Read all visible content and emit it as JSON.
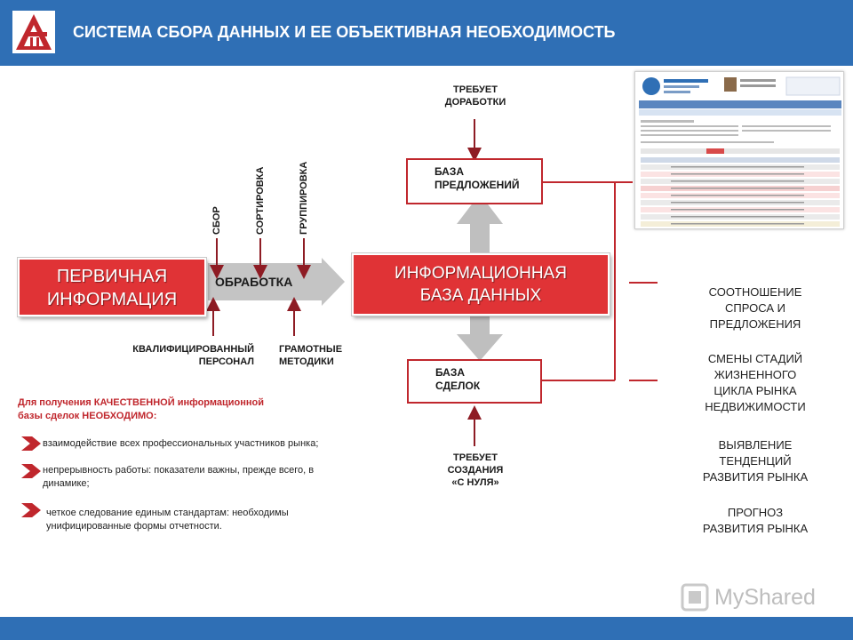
{
  "header": {
    "title": "СИСТЕМА СБОРА ДАННЫХ И ЕЕ ОБЪЕКТИВНАЯ НЕОБХОДИМОСТЬ"
  },
  "diagram": {
    "primary_info": [
      "ПЕРВИЧНАЯ",
      "ИНФОРМАЦИЯ"
    ],
    "processing": "ОБРАБОТКА",
    "inputs_top": [
      "СБОР",
      "СОРТИРОВКА",
      "ГРУППИРОВКА"
    ],
    "inputs_bottom_left": [
      "КВАЛИФИЦИРОВАННЫЙ",
      "ПЕРСОНАЛ"
    ],
    "inputs_bottom_right": [
      "ГРАМОТНЫЕ",
      "МЕТОДИКИ"
    ],
    "info_base": [
      "ИНФОРМАЦИОННАЯ",
      "БАЗА ДАННЫХ"
    ],
    "offers_base": [
      "БАЗА",
      "ПРЕДЛОЖЕНИЙ"
    ],
    "offers_note": [
      "ТРЕБУЕТ",
      "ДОРАБОТКИ"
    ],
    "deals_base": [
      "БАЗА",
      "СДЕЛОК"
    ],
    "deals_note": [
      "ТРЕБУЕТ",
      "СОЗДАНИЯ",
      "«С НУЛЯ»"
    ]
  },
  "requirements": {
    "heading_line1": "Для получения КАЧЕСТВЕННОЙ информационной",
    "heading_line2": "базы сделок НЕОБХОДИМО:",
    "items": [
      [
        "взаимодействие всех профессиональных участников рынка;"
      ],
      [
        "непрерывность работы: показатели важны, прежде всего, в",
        "динамике;"
      ],
      [
        "четкое следование единым стандартам: необходимы",
        "унифицированные формы отчетности."
      ]
    ]
  },
  "outcomes": [
    [
      "СООТНОШЕНИЕ",
      "СПРОСА И",
      "ПРЕДЛОЖЕНИЯ"
    ],
    [
      "СМЕНЫ СТАДИЙ",
      "ЖИЗНЕННОГО",
      "ЦИКЛА РЫНКА",
      "НЕДВИЖИМОСТИ"
    ],
    [
      "ВЫЯВЛЕНИЕ",
      "ТЕНДЕНЦИЙ",
      "РАЗВИТИЯ РЫНКА"
    ],
    [
      "ПРОГНОЗ",
      "РАЗВИТИЯ РЫНКА"
    ]
  ],
  "watermark": {
    "text": "MyShared"
  },
  "colors": {
    "header": "#2f6fb5",
    "accent": "#e03336",
    "dark_red": "#c0272d",
    "arrow_gray": "#bfbfbf"
  }
}
